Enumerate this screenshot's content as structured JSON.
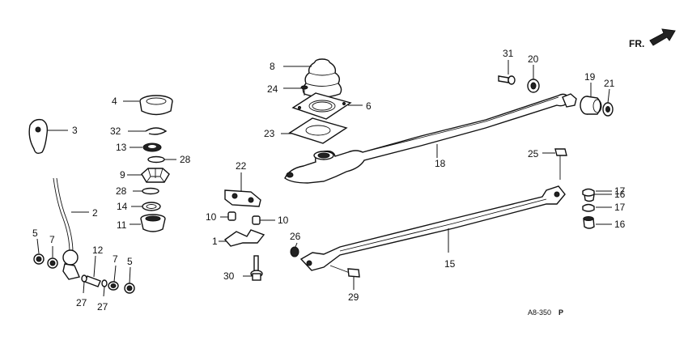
{
  "orientation_label": "FR.",
  "diagram_code": "A8-350",
  "diagram_code_suffix": "P",
  "callouts": {
    "c1": "1",
    "c2": "2",
    "c3": "3",
    "c4": "4",
    "c5a": "5",
    "c5b": "5",
    "c6": "6",
    "c7a": "7",
    "c7b": "7",
    "c8": "8",
    "c9": "9",
    "c10a": "10",
    "c10b": "10",
    "c11": "11",
    "c12": "12",
    "c13": "13",
    "c14": "14",
    "c15": "15",
    "c16a": "16",
    "c16b": "16",
    "c17a": "17",
    "c17b": "17",
    "c18": "18",
    "c19": "19",
    "c20": "20",
    "c21": "21",
    "c22": "22",
    "c23": "23",
    "c24": "24",
    "c26": "26",
    "c25": "25",
    "c27a": "27",
    "c27b": "27",
    "c28a": "28",
    "c28b": "28",
    "c29": "29",
    "c30": "30",
    "c31": "31",
    "c32": "32"
  }
}
